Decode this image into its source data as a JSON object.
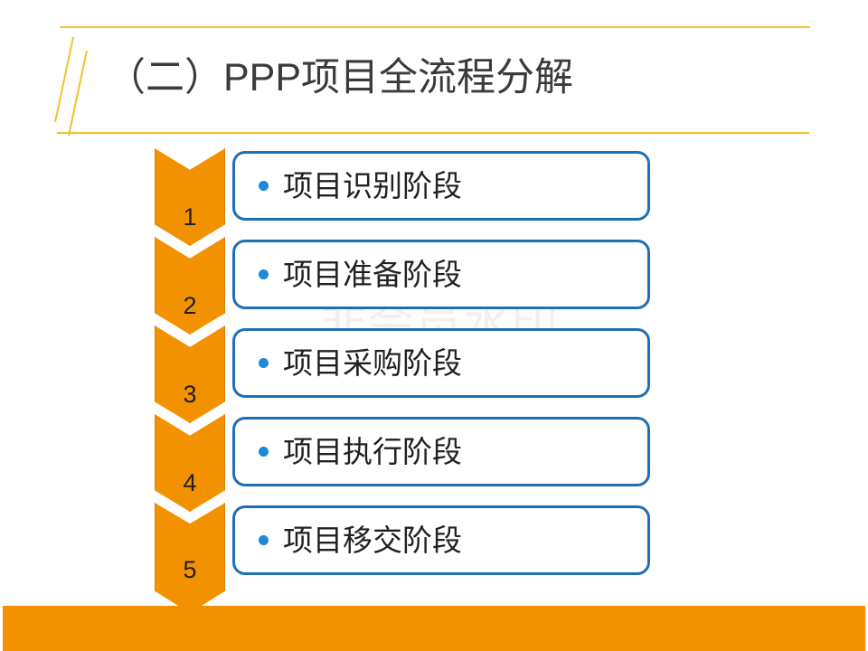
{
  "slide": {
    "title": "（二）PPP项目全流程分解",
    "watermark": "非会员水印",
    "accent_gold": "#F2C12E",
    "accent_orange": "#F29200",
    "accent_blue": "#1F6FB5",
    "bullet_blue": "#1F88D8",
    "title_color": "#3B3B3B"
  },
  "flow": {
    "steps": [
      {
        "number": "1",
        "label": "项目识别阶段"
      },
      {
        "number": "2",
        "label": "项目准备阶段"
      },
      {
        "number": "3",
        "label": "项目采购阶段"
      },
      {
        "number": "4",
        "label": "项目执行阶段"
      },
      {
        "number": "5",
        "label": "项目移交阶段"
      }
    ]
  }
}
